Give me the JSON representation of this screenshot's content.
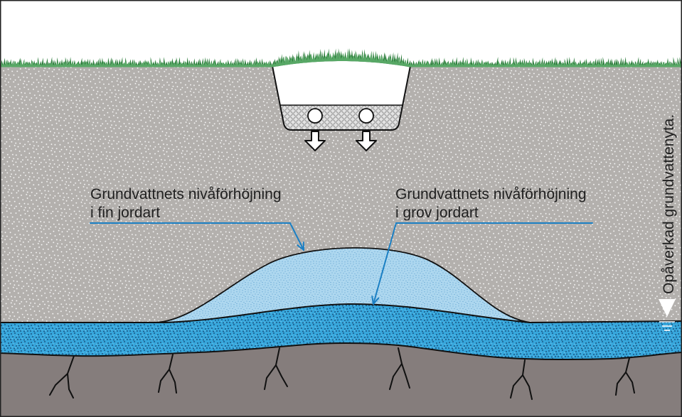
{
  "labels": {
    "fine_soil": {
      "line1": "Grundvattnets nivåförhöjning",
      "line2": "i fin jordart"
    },
    "coarse_soil": {
      "line1": "Grundvattnets nivåförhöjning",
      "line2": "i grov jordart"
    },
    "unaffected_water_table": "Opåverkad grundvattenyta."
  },
  "colors": {
    "soil": "#b3b0ad",
    "grass": "#2d7d3c",
    "grass_light": "#58a866",
    "fine_soil_mound": "#add7ef",
    "aquifer": "#37a7dc",
    "bedrock": "#857d7c",
    "pointer": "#1b7fc3"
  }
}
